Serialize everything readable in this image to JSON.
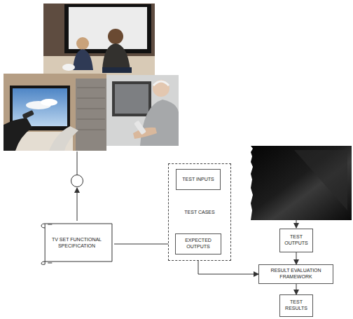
{
  "diagram": {
    "nodes": [
      {
        "text": [
          "TV SET FUNCTIONAL SPECIFICATION"
        ]
      },
      {
        "text": [
          "TEST CASES"
        ]
      },
      {
        "text": [
          "TEST INPUTS"
        ],
        "in": 1
      },
      {
        "text": [
          "EXPECTED OUTPUTS"
        ],
        "in": 1
      },
      {
        "text": [
          "TEST OUTPUTS"
        ]
      },
      {
        "text": [
          "RESULT EVALUATION FRAMEWORK"
        ]
      },
      {
        "text": [
          "TEST RESULTS"
        ]
      }
    ],
    "edges": [
      {
        "from": 0,
        "to": 3,
        "arrow": "to"
      },
      {
        "from": 3,
        "to": 5,
        "arrow": "to"
      },
      {
        "from": 4,
        "to": 5,
        "arrow": "to"
      },
      {
        "from": 5,
        "to": 6,
        "arrow": "to"
      }
    ]
  }
}
